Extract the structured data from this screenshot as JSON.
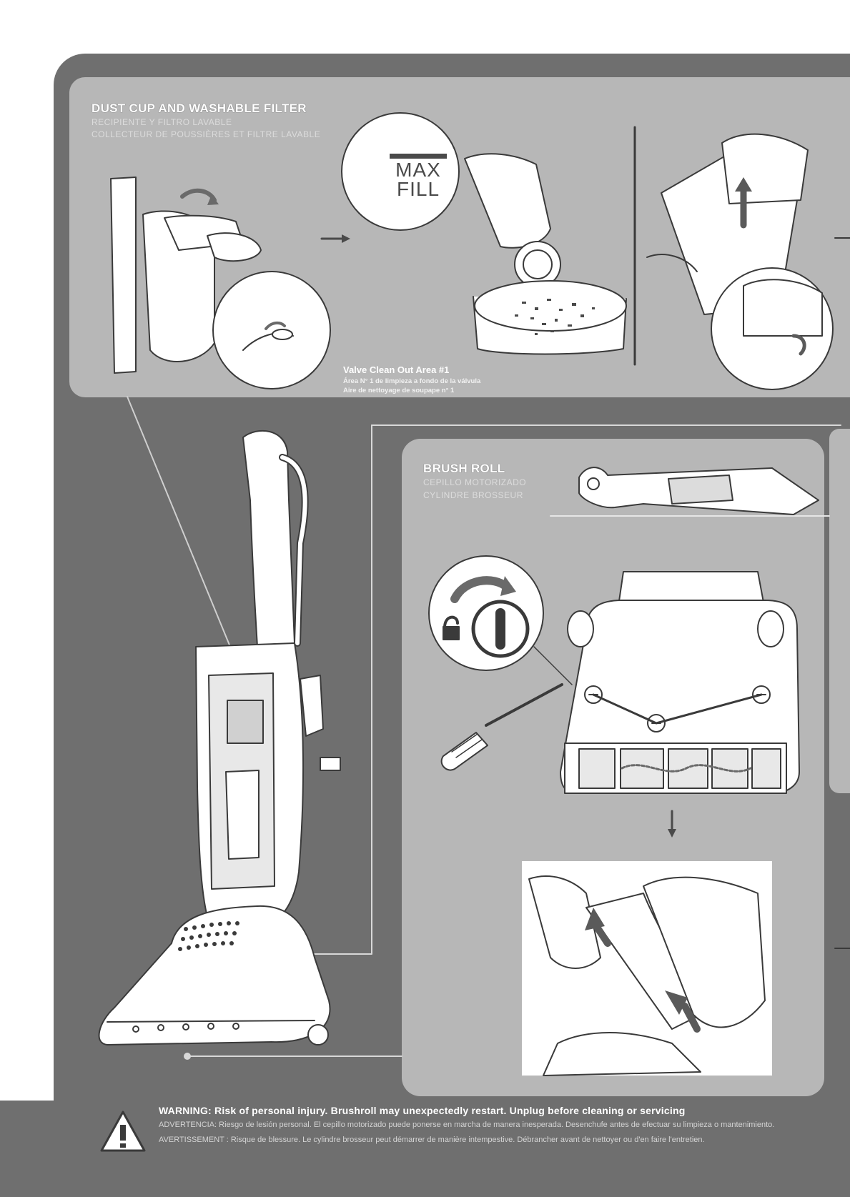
{
  "dust_cup": {
    "title": "DUST CUP AND WASHABLE FILTER",
    "subtitle_es": "RECIPIENTE Y FILTRO LAVABLE",
    "subtitle_fr": "COLLECTEUR DE POUSSIÈRES ET FILTRE LAVABLE",
    "max_fill_line1": "MAX",
    "max_fill_line2": "FILL",
    "valve_caption": "Valve Clean Out Area #1",
    "valve_caption_es": "Área N° 1 de limpieza a fondo de la válvula",
    "valve_caption_fr": "Aire de nettoyage de soupape n° 1"
  },
  "brush_roll": {
    "title": "BRUSH ROLL",
    "subtitle_es": "CEPILLO MOTORIZADO",
    "subtitle_fr": "CYLINDRE BROSSEUR"
  },
  "warning": {
    "main": "WARNING:  Risk of personal injury. Brushroll may unexpectedly restart.  Unplug before cleaning or servicing",
    "es": "ADVERTENCIA:  Riesgo de lesión personal. El cepillo motorizado puede ponerse en marcha de manera inesperada. Desenchufe antes de efectuar su limpieza o  mantenimiento.",
    "fr": "AVERTISSEMENT : Risque de blessure. Le cylindre brosseur peut démarrer de manière intempestive. Débrancher avant de nettoyer ou d'en faire l'entretien."
  },
  "colors": {
    "dark_background": "#6f6f6f",
    "panel_background": "#b7b7b7",
    "line_art": "#3a3a3a",
    "title_text": "#ffffff"
  }
}
